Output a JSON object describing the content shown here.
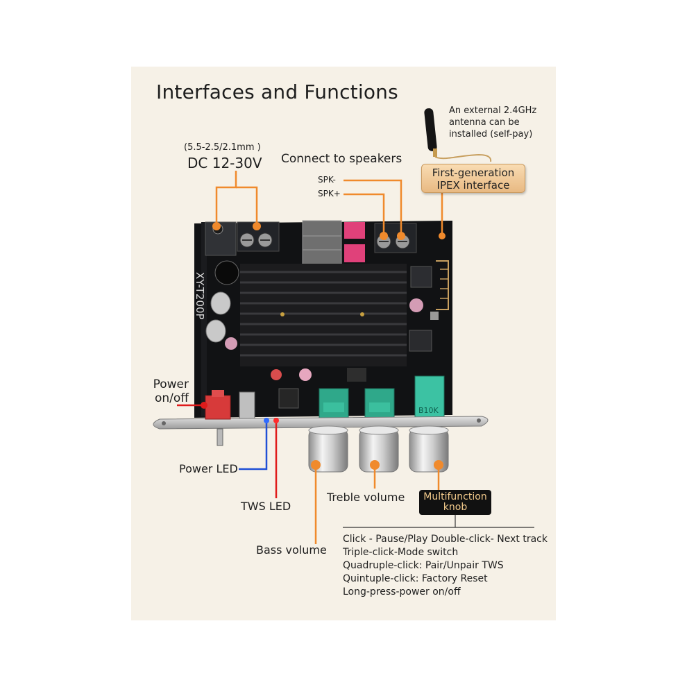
{
  "title": "Interfaces and Functions",
  "dc": {
    "spec": "(5.5-2.5/2.1mm )",
    "voltage": "DC 12-30V"
  },
  "speakers": {
    "heading": "Connect to speakers",
    "neg": "SPK-",
    "pos": "SPK+"
  },
  "antenna": {
    "note": "An external 2.4GHz antenna can be installed (self-pay)",
    "interface_label": "First-generation IPEX interface"
  },
  "board_model": "XY-T200P",
  "labels": {
    "power_switch": "Power on/off",
    "power_led": "Power LED",
    "tws_led": "TWS LED",
    "treble": "Treble volume",
    "bass": "Bass volume",
    "multifunction": "Multifunction knob"
  },
  "pot_marking": "B10K",
  "functions": [
    "Click - Pause/Play   Double-click- Next track",
    "Triple-click-Mode switch",
    "Quadruple-click: Pair/Unpair TWS",
    "Quintuple-click: Factory Reset",
    "Long-press-power on/off"
  ],
  "colors": {
    "leader": "#f08a2c",
    "power_led_line": "#1f4fd6",
    "tws_led_line": "#e01b1b",
    "ipex_box": "#e8b982",
    "panel": "#f6f1e7"
  }
}
